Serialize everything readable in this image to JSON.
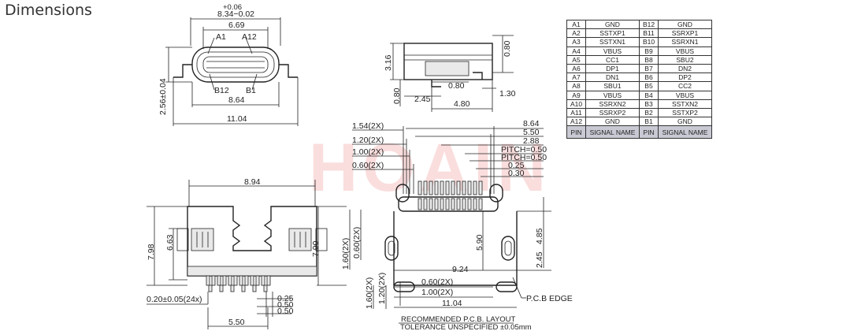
{
  "page": {
    "title": "Dimensions"
  },
  "watermark": "HOAIN",
  "top_view": {
    "tol": "+0.06",
    "width_main": "8.34−0.02",
    "inner": "6.69",
    "a1": "A1",
    "a12": "A12",
    "b12": "B12",
    "b1": "B1",
    "base": "8.64",
    "overall": "11.04",
    "height": "2.56±0.04"
  },
  "side_view": {
    "h316": "3.16",
    "h080r": "0.80",
    "h080l": "0.80",
    "w080": "0.80",
    "w245": "2.45",
    "w130": "1.30",
    "w480": "4.80"
  },
  "pcb": {
    "l154": "1.54(2X)",
    "l120": "1.20(2X)",
    "l100": "1.00(2X)",
    "l060": "0.60(2X)",
    "r864": "8.64",
    "r550": "5.50",
    "r288": "2.88",
    "pitch1": "PITCH=0.50",
    "pitch2": "PITCH=0.50",
    "r025": "0.25",
    "r030": "0.30",
    "v160": "1.60(2X)",
    "v060": "0.60(2X)",
    "v590": "5.90",
    "v485": "4.85",
    "v245": "2.45",
    "w924": "9.24",
    "b060": "0.60(2X)",
    "b100": "1.00(2X)",
    "b1104": "11.04",
    "bv160": "1.60(2X)",
    "bv120": "1.20(2X)",
    "edge": "P.C.B  EDGE",
    "note1": "RECOMMENDED   P.C.B.  LAYOUT",
    "note2": "TOLERANCE  UNSPECIFIED  ±0.05mm"
  },
  "bottom_view": {
    "w894": "8.94",
    "h798": "7.98",
    "h663": "6.63",
    "h790": "7.90",
    "pins": "0.20±0.05(24x)",
    "p025": "0.25",
    "p050a": "0.50",
    "p050b": "0.50",
    "w550": "5.50"
  },
  "signal_table": {
    "header": [
      "PIN",
      "SIGNAL NAME",
      "PIN",
      "SIGNAL NAME"
    ],
    "rows": [
      [
        "A1",
        "GND",
        "B12",
        "GND"
      ],
      [
        "A2",
        "SSTXP1",
        "B11",
        "SSRXP1"
      ],
      [
        "A3",
        "SSTXN1",
        "B10",
        "SSRXN1"
      ],
      [
        "A4",
        "VBUS",
        "B9",
        "VBUS"
      ],
      [
        "A5",
        "CC1",
        "B8",
        "SBU2"
      ],
      [
        "A6",
        "DP1",
        "B7",
        "DN2"
      ],
      [
        "A7",
        "DN1",
        "B6",
        "DP2"
      ],
      [
        "A8",
        "SBU1",
        "B5",
        "CC2"
      ],
      [
        "A9",
        "VBUS",
        "B4",
        "VBUS"
      ],
      [
        "A10",
        "SSRXN2",
        "B3",
        "SSTXN2"
      ],
      [
        "A11",
        "SSRXP2",
        "B2",
        "SSTXP2"
      ],
      [
        "A12",
        "GND",
        "B1",
        "GND"
      ]
    ]
  }
}
